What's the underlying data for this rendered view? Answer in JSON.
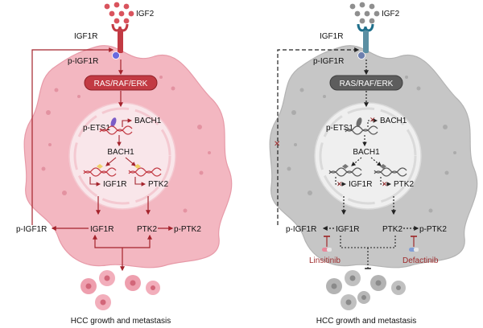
{
  "left_panel": {
    "ligand": "IGF2",
    "receptor": "IGF1R",
    "phospho_receptor": "p-IGF1R",
    "pathway": "RAS/RAF/ERK",
    "transcription_factor": "p-ETS1",
    "target_gene": "BACH1",
    "bach1_protein": "BACH1",
    "gene_igf1r": "IGF1R",
    "gene_ptk2": "PTK2",
    "protein_pigf1r": "p-IGF1R",
    "protein_igf1r": "IGF1R",
    "protein_ptk2": "PTK2",
    "protein_pptk2": "p-PTK2",
    "outcome": "HCC growth and metastasis"
  },
  "right_panel": {
    "ligand": "IGF2",
    "receptor": "IGF1R",
    "phospho_receptor": "p-IGF1R",
    "pathway": "RAS/RAF/ERK",
    "transcription_factor": "p-ETS1",
    "target_gene": "BACH1",
    "bach1_protein": "BACH1",
    "gene_igf1r": "IGF1R",
    "gene_ptk2": "PTK2",
    "protein_pigf1r": "p-IGF1R",
    "protein_igf1r": "IGF1R",
    "protein_ptk2": "PTK2",
    "protein_pptk2": "p-PTK2",
    "inhibitor_1": "Linsitinib",
    "inhibitor_2": "Defactinib",
    "outcome": "HCC growth and metastasis"
  },
  "colors": {
    "cell_pink": "#f3b7c1",
    "cell_pink_stroke": "#e79aa8",
    "pathway_red": "#c23a43",
    "arrow_red": "#a4232c",
    "cell_gray": "#c6c6c6",
    "cell_gray_stroke": "#b3b3b3",
    "pathway_gray": "#5d5d5d",
    "drug_red": "#9e2a2b"
  }
}
